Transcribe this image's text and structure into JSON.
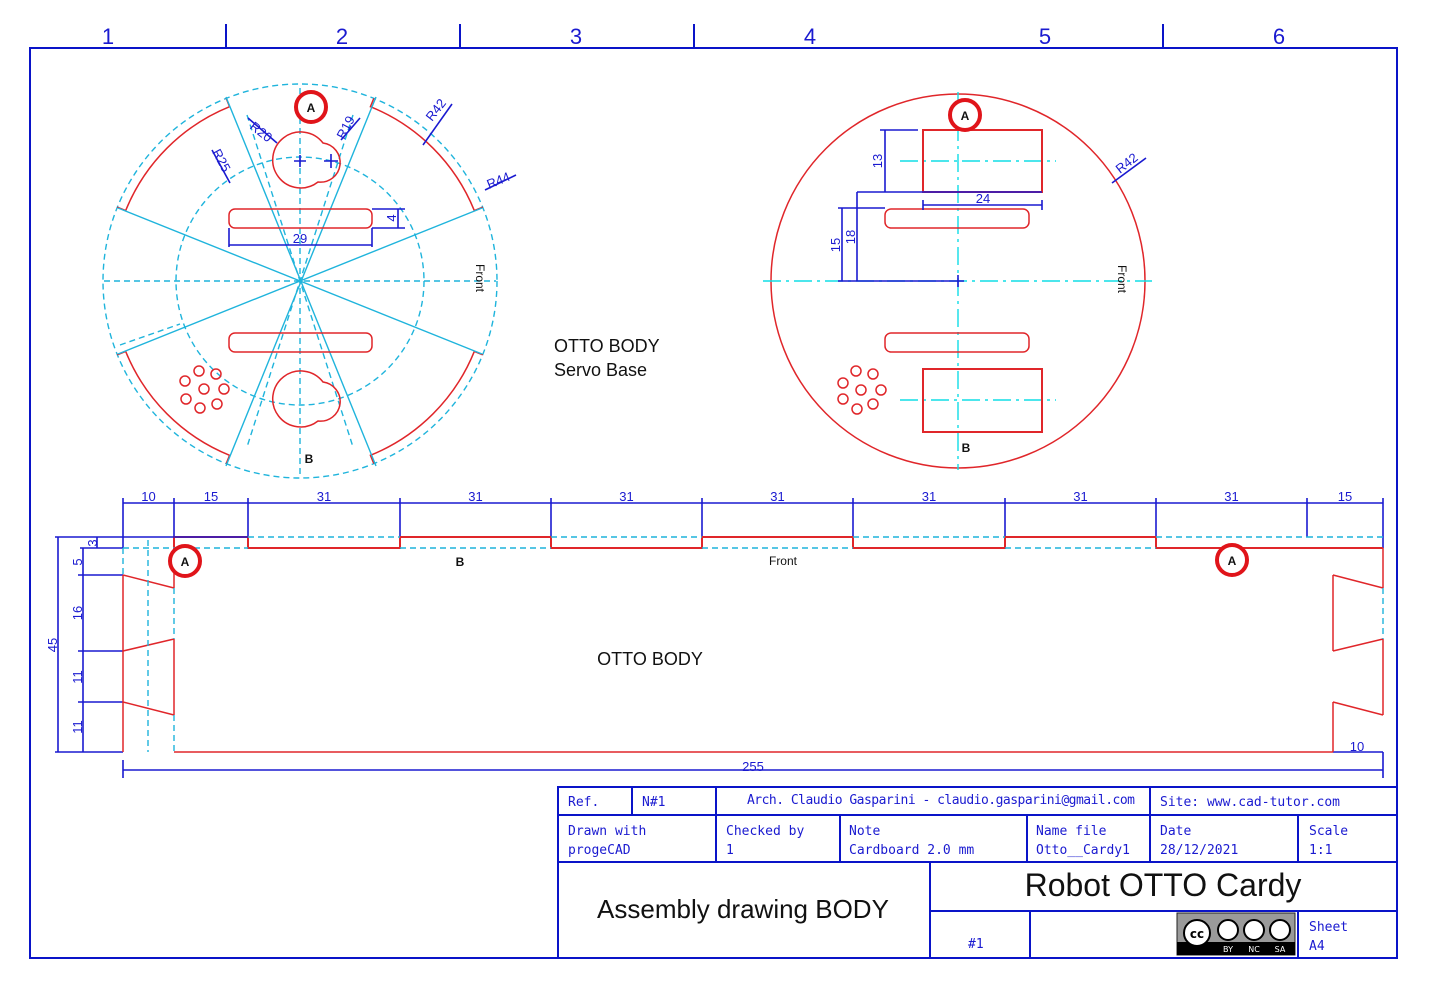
{
  "sheet": {
    "zones": [
      "1",
      "2",
      "3",
      "4",
      "5",
      "6"
    ],
    "colors": {
      "frame": "#0a14c8",
      "cut_line": "#e0262a",
      "fold_line": "#1fb4dc",
      "dimension": "#1a1ad0"
    }
  },
  "view_servo_base_top": {
    "markers": {
      "a": "A",
      "b": "B"
    },
    "radii": {
      "r20": "R20",
      "r19": "R19",
      "r25": "R25",
      "r42": "R42",
      "r44": "R44"
    },
    "dims": {
      "slot_length": "29",
      "slot_width": "4"
    },
    "front_label": "Front"
  },
  "view_title": {
    "line1": "OTTO BODY",
    "line2": "Servo Base"
  },
  "view_servo_base_bottom": {
    "markers": {
      "a": "A",
      "b": "B"
    },
    "radius": "R42",
    "dims": {
      "d13": "13",
      "d24": "24",
      "d18": "18",
      "d15": "15"
    },
    "front_label": "Front"
  },
  "body_strip": {
    "title": "OTTO BODY",
    "top_dims": [
      "10",
      "15",
      "31",
      "31",
      "31",
      "31",
      "31",
      "31",
      "31",
      "15"
    ],
    "left_dims": {
      "total": "45",
      "d3": "3",
      "d5": "5",
      "d16": "16",
      "d11a": "11",
      "d11b": "11"
    },
    "bottom_dim": "255",
    "right_dim": "10",
    "markers": {
      "a1": "A",
      "b": "B",
      "a2": "A"
    },
    "front_label": "Front"
  },
  "title_block": {
    "ref_label": "Ref.",
    "ref_value": "N#1",
    "author": "Arch. Claudio Gasparini - claudio.gasparini@gmail.com",
    "site": "Site: www.cad-tutor.com",
    "drawn_with_label": "Drawn with",
    "drawn_with_value": "progeCAD",
    "checked_by_label": "Checked by",
    "checked_by_value": "1",
    "note_label": "Note",
    "note_value": "Cardboard 2.0 mm",
    "name_file_label": "Name file",
    "name_file_value": "Otto__Cardy1",
    "date_label": "Date",
    "date_value": "28/12/2021",
    "scale_label": "Scale",
    "scale_value": "1:1",
    "drawing_title": "Assembly drawing BODY",
    "project_title": "Robot OTTO Cardy",
    "number": "#1",
    "license": {
      "cc": "cc",
      "by": "BY",
      "nc": "NC",
      "sa": "SA"
    },
    "sheet_label": "Sheet",
    "sheet_value": "A4"
  }
}
